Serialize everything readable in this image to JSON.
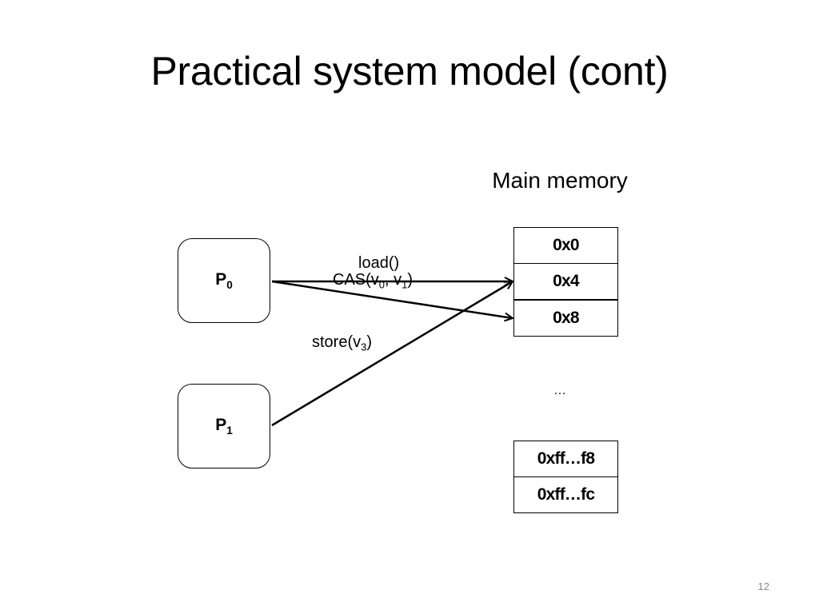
{
  "slide": {
    "title": "Practical system model (cont)",
    "memory_caption": "Main memory",
    "page_number": "12"
  },
  "processors": [
    {
      "name": "P",
      "sub": "0"
    },
    {
      "name": "P",
      "sub": "1"
    }
  ],
  "memory_cells": {
    "top": [
      "0x0",
      "0x4",
      "0x8"
    ],
    "ellipsis": "…",
    "bottom": [
      "0xff…f8",
      "0xff…fc"
    ]
  },
  "operations": {
    "load": "load()",
    "cas": {
      "prefix": "CAS(v",
      "s0": "0",
      "mid": ", v",
      "s1": "1",
      "suffix": ")"
    },
    "store": {
      "prefix": "store(v",
      "s": "3",
      "suffix": ")"
    }
  }
}
